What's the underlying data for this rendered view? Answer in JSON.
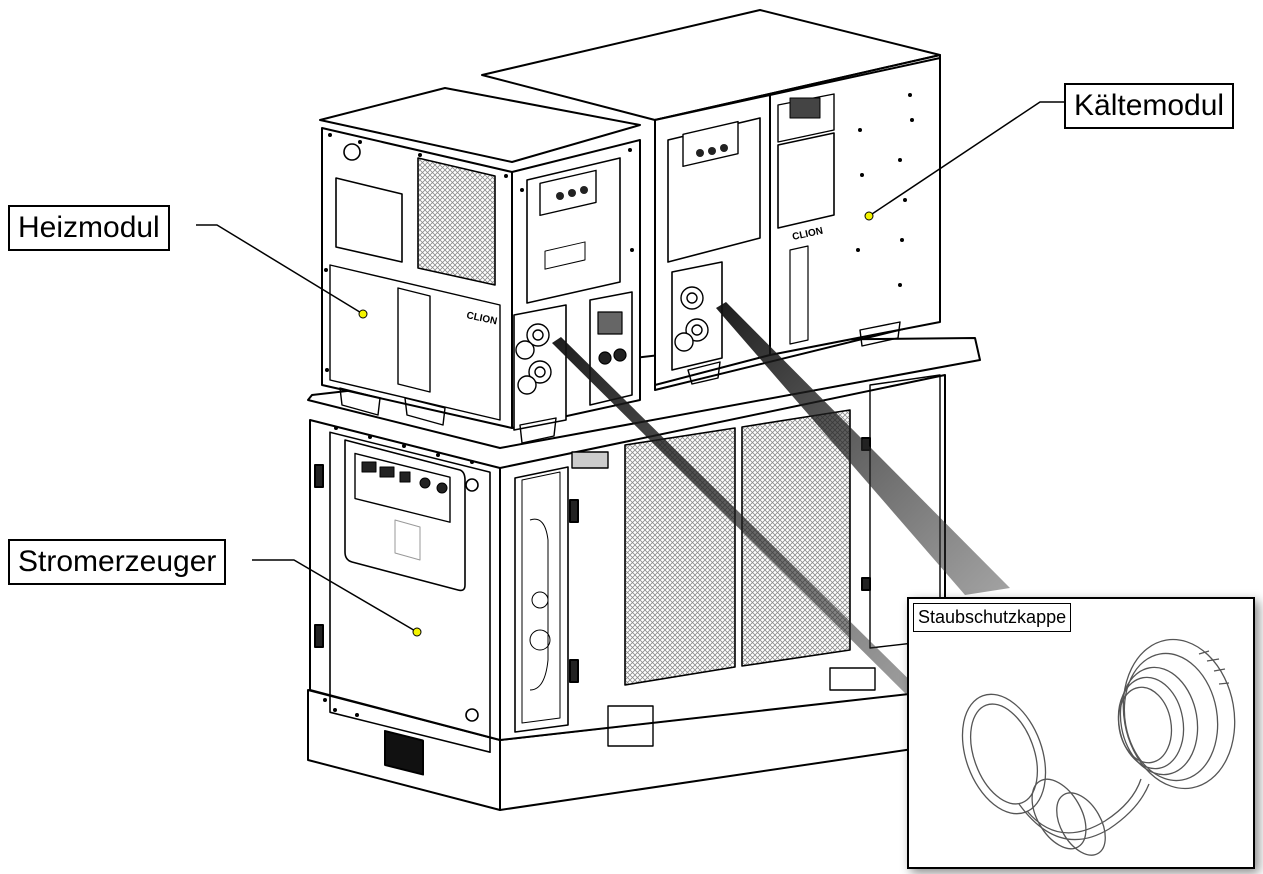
{
  "labels": {
    "heizmodul": "Heizmodul",
    "kaeltemodul": "Kältemodul",
    "stromerzeuger": "Stromerzeuger",
    "staubschutzkappe": "Staubschutzkappe"
  },
  "nameplate": "CLION",
  "colors": {
    "line": "#000000",
    "marker": "#f4f400",
    "beam": "#1a1a1a",
    "mesh": "#9a9a9a"
  }
}
